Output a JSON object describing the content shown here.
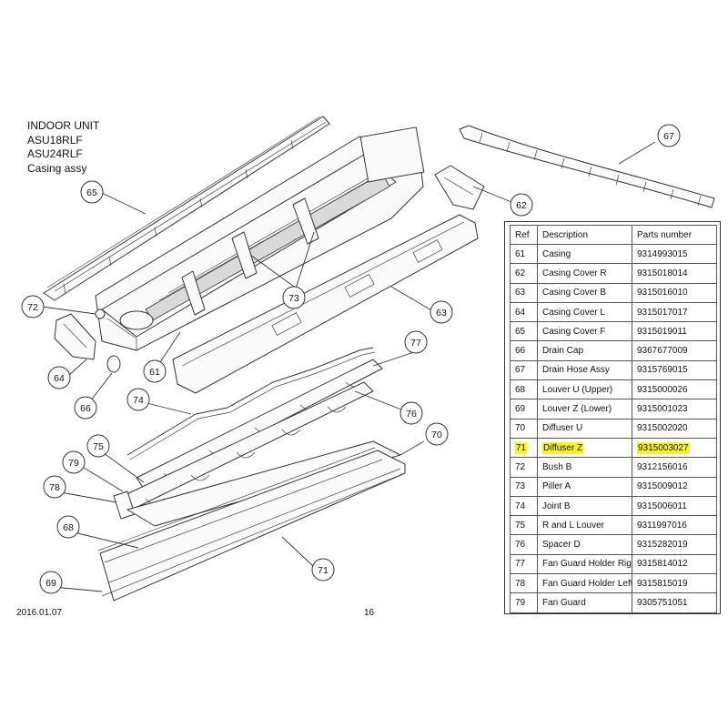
{
  "header": {
    "line1": "INDOOR UNIT",
    "line2": "ASU18RLF",
    "line3": "ASU24RLF",
    "line4": "Casing assy"
  },
  "footer": {
    "date": "2016.01.07",
    "page": "16"
  },
  "highlight_color": "#f7f321",
  "table": {
    "headers": [
      "Ref",
      "Description",
      "Parts number"
    ],
    "rows": [
      {
        "ref": "61",
        "description": "Casing",
        "part_number": "9314993015",
        "highlighted": false
      },
      {
        "ref": "62",
        "description": "Casing Cover R",
        "part_number": "9315018014",
        "highlighted": false
      },
      {
        "ref": "63",
        "description": "Casing Cover B",
        "part_number": "9315016010",
        "highlighted": false
      },
      {
        "ref": "64",
        "description": "Casing Cover L",
        "part_number": "9315017017",
        "highlighted": false
      },
      {
        "ref": "65",
        "description": "Casing Cover F",
        "part_number": "9315019011",
        "highlighted": false
      },
      {
        "ref": "66",
        "description": "Drain Cap",
        "part_number": "9367677009",
        "highlighted": false
      },
      {
        "ref": "67",
        "description": "Drain Hose Assy",
        "part_number": "9315769015",
        "highlighted": false
      },
      {
        "ref": "68",
        "description": "Louver U (Upper)",
        "part_number": "9315000026",
        "highlighted": false
      },
      {
        "ref": "69",
        "description": "Louver Z (Lower)",
        "part_number": "9315001023",
        "highlighted": false
      },
      {
        "ref": "70",
        "description": "Diffuser U",
        "part_number": "9315002020",
        "highlighted": false
      },
      {
        "ref": "71",
        "description": "Diffuser Z",
        "part_number": "9315003027",
        "highlighted": true
      },
      {
        "ref": "72",
        "description": "Bush B",
        "part_number": "9312156016",
        "highlighted": false
      },
      {
        "ref": "73",
        "description": "Piller A",
        "part_number": "9315009012",
        "highlighted": false
      },
      {
        "ref": "74",
        "description": "Joint B",
        "part_number": "9315006011",
        "highlighted": false
      },
      {
        "ref": "75",
        "description": "R and L Louver",
        "part_number": "9311997016",
        "highlighted": false
      },
      {
        "ref": "76",
        "description": "Spacer D",
        "part_number": "9315282019",
        "highlighted": false
      },
      {
        "ref": "77",
        "description": "Fan Guard Holder Right",
        "part_number": "9315814012",
        "highlighted": false
      },
      {
        "ref": "78",
        "description": "Fan Guard Holder Left",
        "part_number": "9315815019",
        "highlighted": false
      },
      {
        "ref": "79",
        "description": "Fan Guard",
        "part_number": "9305751051",
        "highlighted": false
      }
    ]
  },
  "callouts": [
    "61",
    "62",
    "63",
    "64",
    "65",
    "66",
    "67",
    "68",
    "69",
    "70",
    "71",
    "72",
    "73",
    "74",
    "75",
    "76",
    "77",
    "78",
    "79"
  ]
}
